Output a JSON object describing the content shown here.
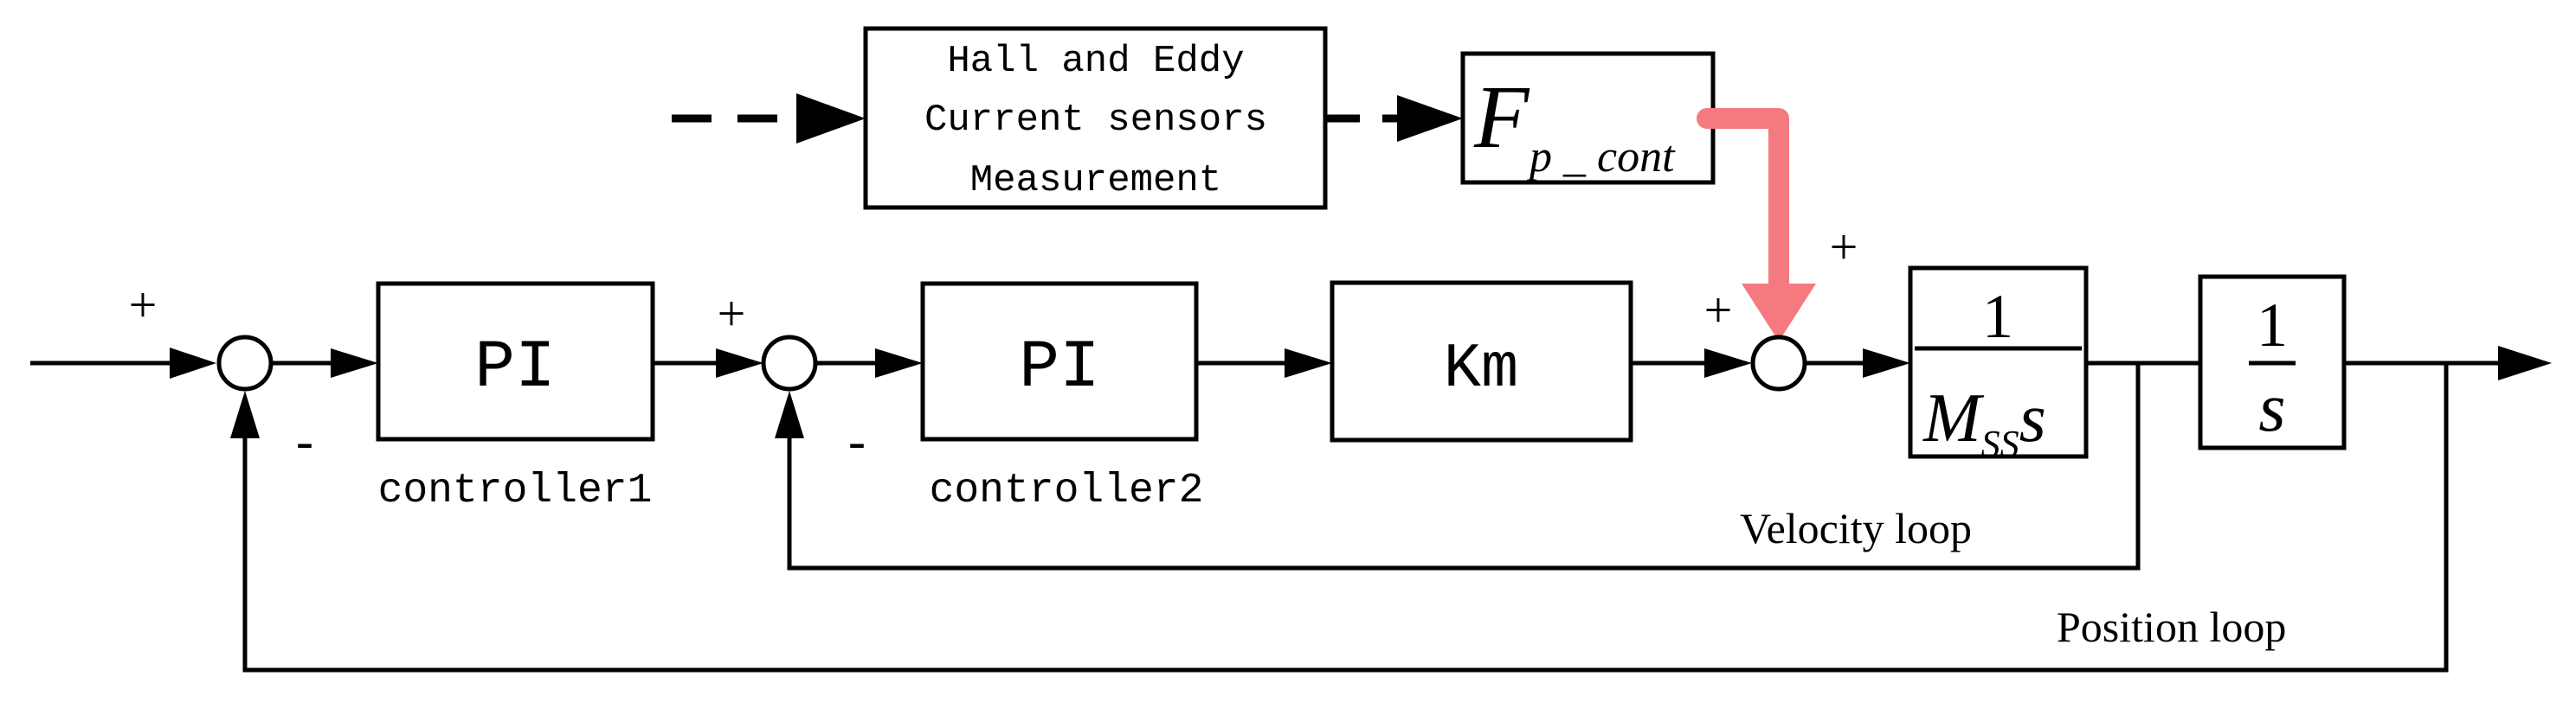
{
  "sensor_block": {
    "line1": "Hall and Eddy",
    "line2": "Current sensors",
    "line3": "Measurement"
  },
  "disturbance_block": {
    "symbol": "F",
    "subscript": "p _ cont"
  },
  "controller1": {
    "block": "PI",
    "caption": "controller1"
  },
  "controller2": {
    "block": "PI",
    "caption": "controller2"
  },
  "gain_block": "Km",
  "plant_block": {
    "numerator": "1",
    "denominator_symbol": "M",
    "denominator_subscript": "SS",
    "denominator_variable": "s"
  },
  "integrator_block": {
    "numerator": "1",
    "denominator": "s"
  },
  "signs": {
    "sum1_plus": "+",
    "sum1_minus": "-",
    "sum2_plus": "+",
    "sum2_minus": "-",
    "sum3_plus_left": "+",
    "sum3_plus_top": "+"
  },
  "loops": {
    "velocity": "Velocity loop",
    "position": "Position loop"
  },
  "colors": {
    "disturbance_arrow": "#f47a7f",
    "lines": "#000000"
  }
}
